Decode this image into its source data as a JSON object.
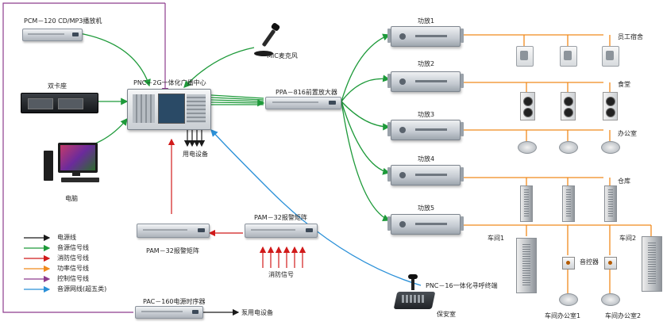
{
  "devices": {
    "pcm": "PCM－120 CD/MP3播放机",
    "dual_deck": "双卡座",
    "computer": "电脑",
    "center": "PNC－2G一体化广播中心",
    "mic": "MIC麦克风",
    "preamp": "PPA－816前置放大器",
    "power_devices": "用电设备",
    "matrix_left": "PAM－32报警矩阵",
    "matrix_right": "PAM－32报警矩阵",
    "fire_signal": "消防信号",
    "power_seq": "PAC－160电源时序器",
    "aux_power": "泵用电设备",
    "paging": "PNC－16一体化寻呼终端",
    "guard": "保安室"
  },
  "amps": [
    "功放1",
    "功放2",
    "功放3",
    "功放4",
    "功放5"
  ],
  "zones": {
    "dorm": "员工宿舍",
    "canteen": "食堂",
    "office": "办公室",
    "warehouse": "仓库",
    "workshop1": "车间1",
    "workshop2": "车间2",
    "volume_ctrl": "音控器",
    "ws_office1": "车间办公室1",
    "ws_office2": "车间办公室2"
  },
  "legend": [
    {
      "label": "电源线",
      "color": "#1a1a1a"
    },
    {
      "label": "音源信号线",
      "color": "#1e9a3a"
    },
    {
      "label": "消防信号线",
      "color": "#d11a1a"
    },
    {
      "label": "功率信号线",
      "color": "#f08a1c"
    },
    {
      "label": "控制信号线",
      "color": "#8e3c8e"
    },
    {
      "label": "音源网线(超五类)",
      "color": "#2a90d8"
    }
  ],
  "colors": {
    "power": "#1a1a1a",
    "audio": "#1e9a3a",
    "fire": "#d11a1a",
    "speaker": "#f08a1c",
    "control": "#8e3c8e",
    "network": "#2a90d8"
  },
  "icons": {
    "pcm": "cd-player-icon",
    "dual_deck": "cassette-deck-icon",
    "computer": "computer-icon",
    "mic": "microphone-icon",
    "paging": "paging-console-icon",
    "amp": "amplifier-icon",
    "speaker": "speaker-icon"
  }
}
